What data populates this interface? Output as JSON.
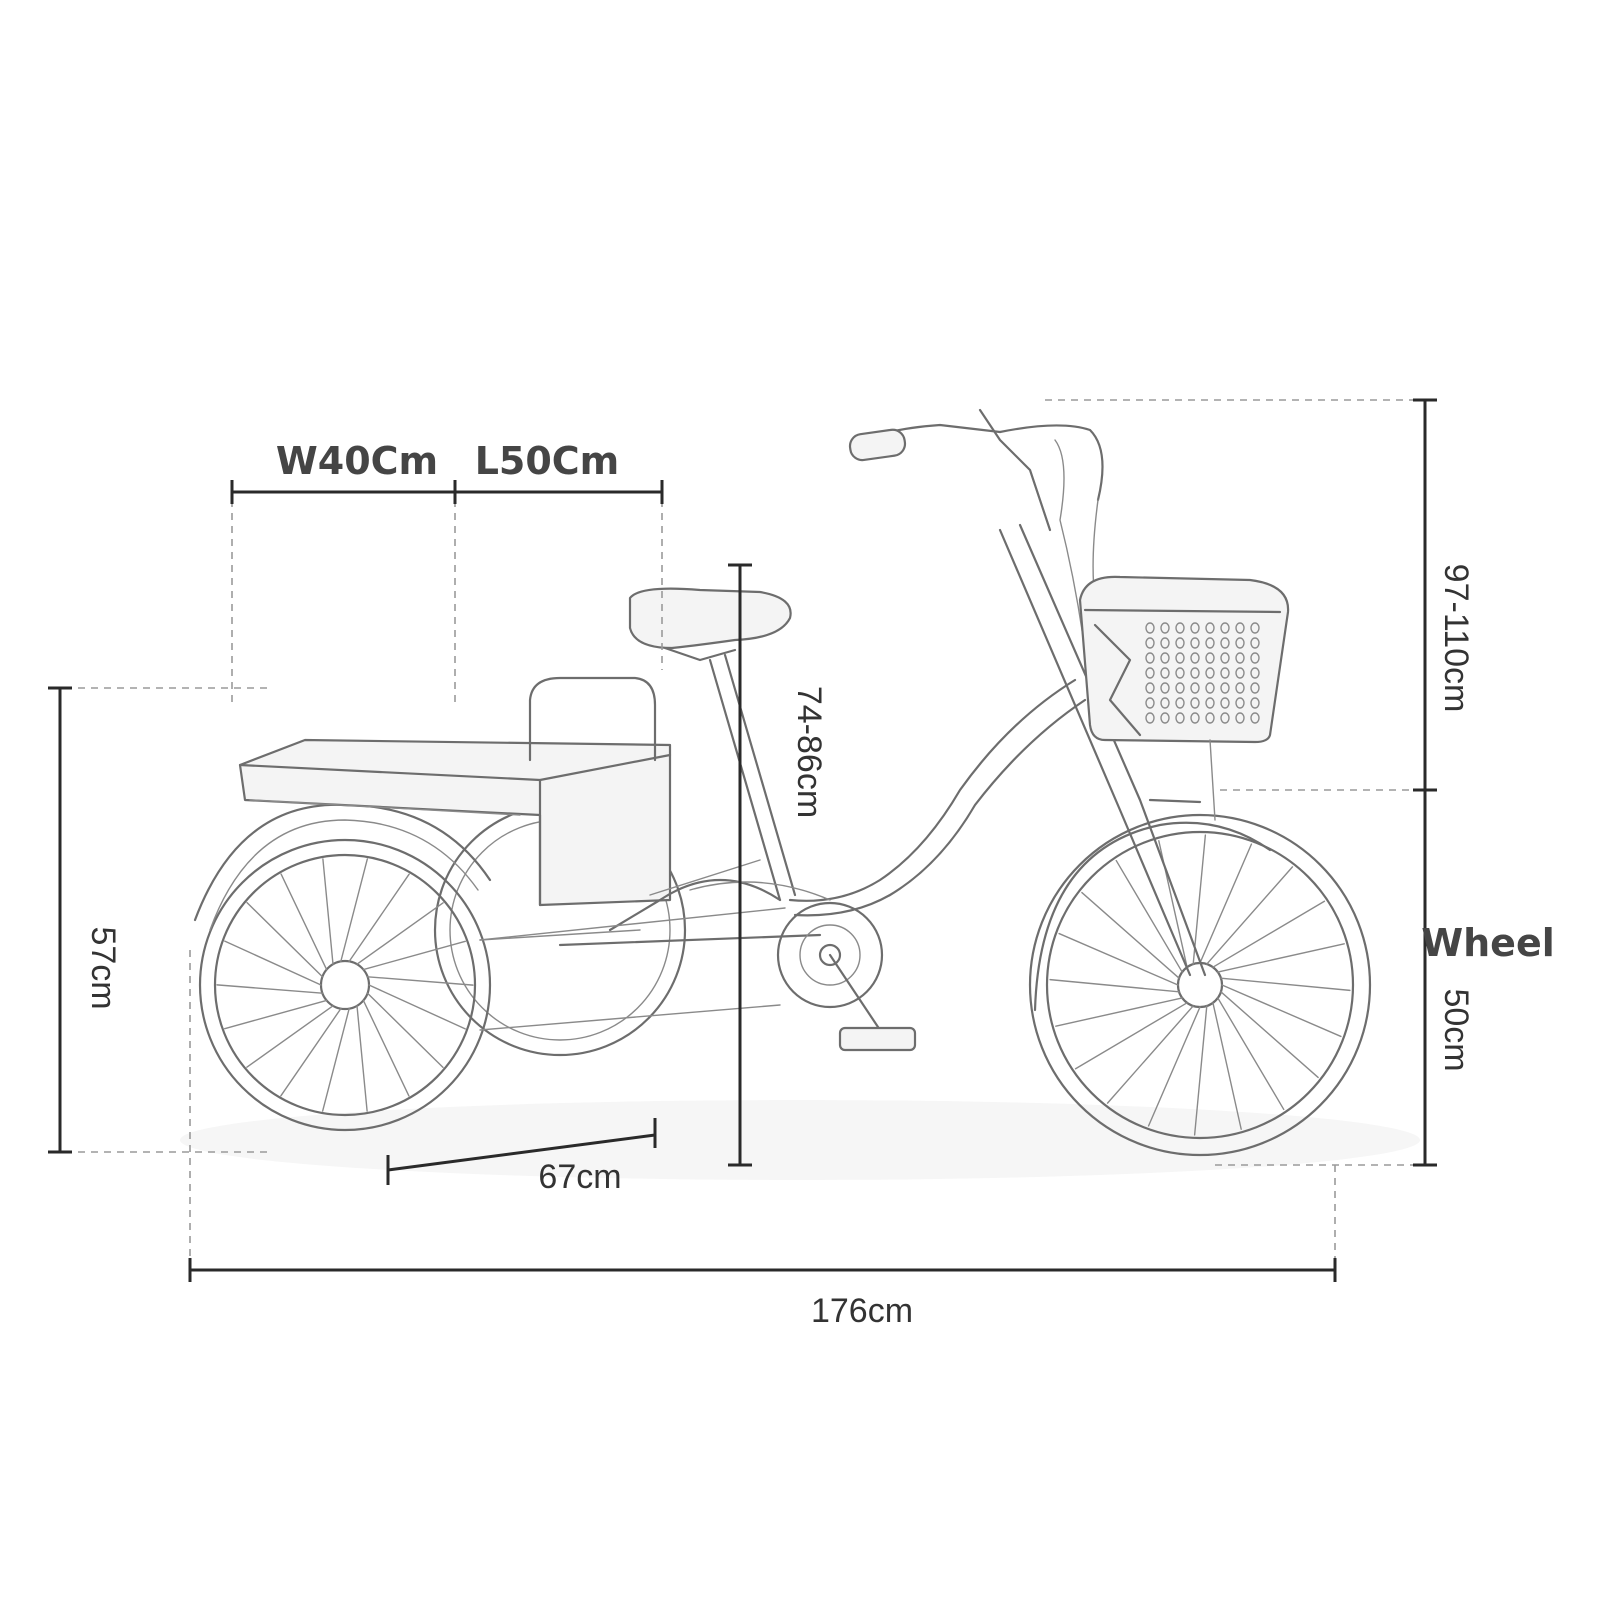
{
  "diagram": {
    "product": "tricycle",
    "dimensions": {
      "basket_width": "W40Cm",
      "basket_length": "L50Cm",
      "rear_height": "57cm",
      "seat_height": "74-86cm",
      "wheelbase": "67cm",
      "overall_length": "176cm",
      "handlebar_height": "97-110cm",
      "wheel_label": "Wheel",
      "wheel_size": "50cm"
    },
    "colors": {
      "line": "#2a2a2a",
      "sketch": "#6d6d6d",
      "guide": "#9a9a9a",
      "background": "#ffffff"
    }
  }
}
